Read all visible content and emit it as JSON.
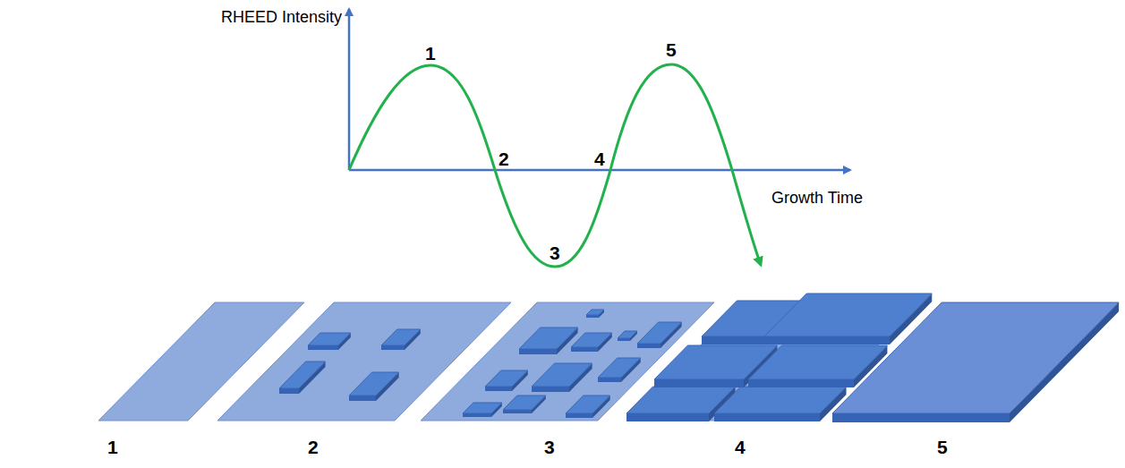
{
  "diagram": {
    "labels": [
      "RHEED Intensity",
      "Growth Time",
      "1",
      "2",
      "3",
      "4",
      "5",
      "1",
      "2",
      "3",
      "4",
      "5"
    ]
  }
}
